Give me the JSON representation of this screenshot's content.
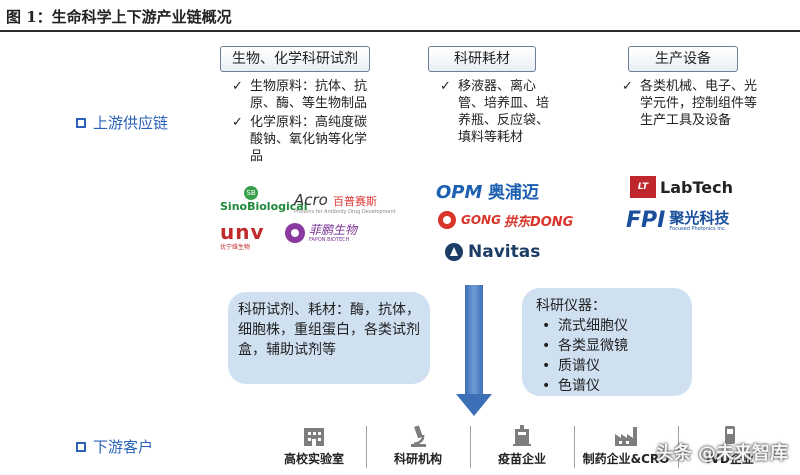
{
  "title": "图 1：生命科学上下游产业链概况",
  "upstream_label": "上游供应链",
  "downstream_label": "下游客户",
  "columns": [
    {
      "header": "生物、化学科研试剂",
      "bullets": [
        "生物原料：抗体、抗原、酶、等生物制品",
        "化学原料：高纯度碳酸钠、氧化钠等化学品"
      ],
      "logos": [
        {
          "text": "SinoBiological",
          "badge": "SB"
        },
        {
          "text": "Acro",
          "sub": "百普赛斯",
          "tag": "Proteins for Antibody Drug Development"
        },
        {
          "text": "unv",
          "sub": "优宁维生物"
        },
        {
          "text": "菲鹏生物",
          "sub": "FAPON BIOTECH"
        }
      ]
    },
    {
      "header": "科研耗材",
      "bullets": [
        "移液器、离心管、培养皿、培养瓶、反应袋、填料等耗材"
      ],
      "logos": [
        {
          "text": "OPM",
          "sub": "奥浦迈"
        },
        {
          "text": "GONG",
          "sub": "拱东DONG"
        },
        {
          "text": "Navitas"
        }
      ]
    },
    {
      "header": "生产设备",
      "bullets": [
        "各类机械、电子、光学元件，控制组件等生产工具及设备"
      ],
      "logos": [
        {
          "text": "LabTech",
          "badge": "LT"
        },
        {
          "text": "FPI",
          "sub": "聚光科技",
          "tag": "Focused Photonics Inc."
        }
      ]
    }
  ],
  "bubbles": {
    "left": {
      "text": "科研试剂、耗材：酶，抗体，细胞株，重组蛋白，各类试剂盒，辅助试剂等"
    },
    "right": {
      "title": "科研仪器：",
      "items": [
        "流式细胞仪",
        "各类显微镜",
        "质谱仪",
        "色谱仪"
      ]
    }
  },
  "customers": [
    {
      "label": "高校实验室",
      "icon": "building-icon"
    },
    {
      "label": "科研机构",
      "icon": "microscope-icon"
    },
    {
      "label": "疫苗企业",
      "icon": "vaccine-icon"
    },
    {
      "label": "制药企业&CRO",
      "icon": "factory-icon"
    },
    {
      "label": "IVD企业",
      "icon": "ivd-icon"
    }
  ],
  "watermark": "头条 @未来智库",
  "colors": {
    "accent": "#2a62b8",
    "bubble": "#cfe0f1",
    "arrow": "#3d6fb6",
    "opm": "#1d5fb0",
    "gong": "#d8342a"
  }
}
